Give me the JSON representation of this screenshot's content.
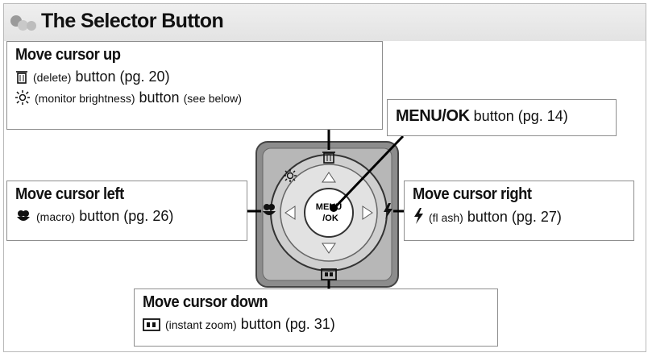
{
  "title": "The Selector Button",
  "callouts": {
    "up": {
      "heading": "Move cursor up",
      "line1_name": "(delete)",
      "line1_rest": "button (pg. 20)",
      "line2_name": "(monitor brightness)",
      "line2_mid": "button",
      "line2_tail": "(see below)"
    },
    "menu": {
      "bold": "MENU/OK",
      "rest": "button (pg. 14)"
    },
    "left": {
      "heading": "Move cursor left",
      "name": "(macro)",
      "rest": "button (pg. 26)"
    },
    "right": {
      "heading": "Move cursor right",
      "name": "(fl ash)",
      "rest": "button (pg. 27)"
    },
    "down": {
      "heading": "Move cursor down",
      "name": "(instant zoom)",
      "rest": "button (pg. 31)"
    }
  },
  "device": {
    "center_label": "MENU/OK",
    "center_line1": "MENU",
    "center_line2": "/OK"
  },
  "icons": [
    "trash-icon",
    "brightness-icon",
    "macro-flower-icon",
    "flash-bolt-icon",
    "instant-zoom-icon"
  ],
  "colors": {
    "header_bg": "#e6e6e6",
    "device_gray": "#8c8c8c",
    "device_light": "#d7d7d7"
  }
}
